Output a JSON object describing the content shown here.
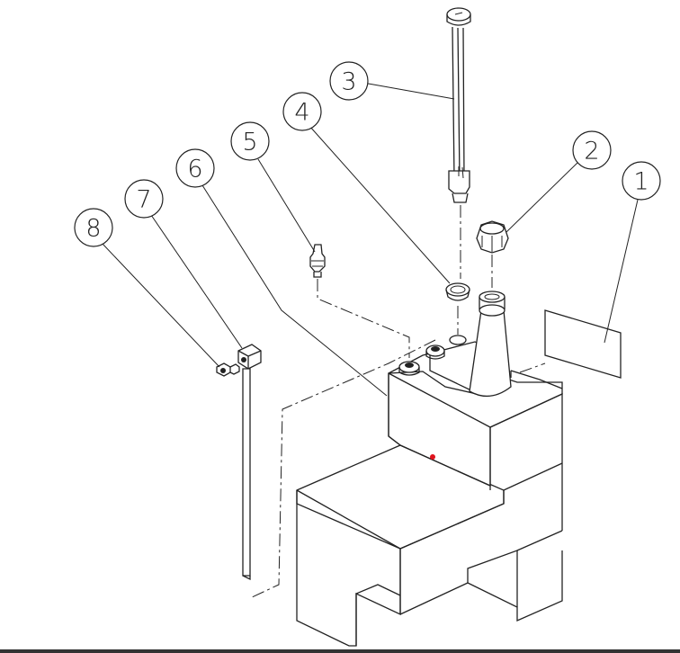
{
  "callouts": [
    {
      "id": "1",
      "label": "1"
    },
    {
      "id": "2",
      "label": "2"
    },
    {
      "id": "3",
      "label": "3"
    },
    {
      "id": "4",
      "label": "4"
    },
    {
      "id": "5",
      "label": "5"
    },
    {
      "id": "6",
      "label": "6"
    },
    {
      "id": "7",
      "label": "7"
    },
    {
      "id": "8",
      "label": "8"
    }
  ],
  "marker_color": "#e0141e"
}
